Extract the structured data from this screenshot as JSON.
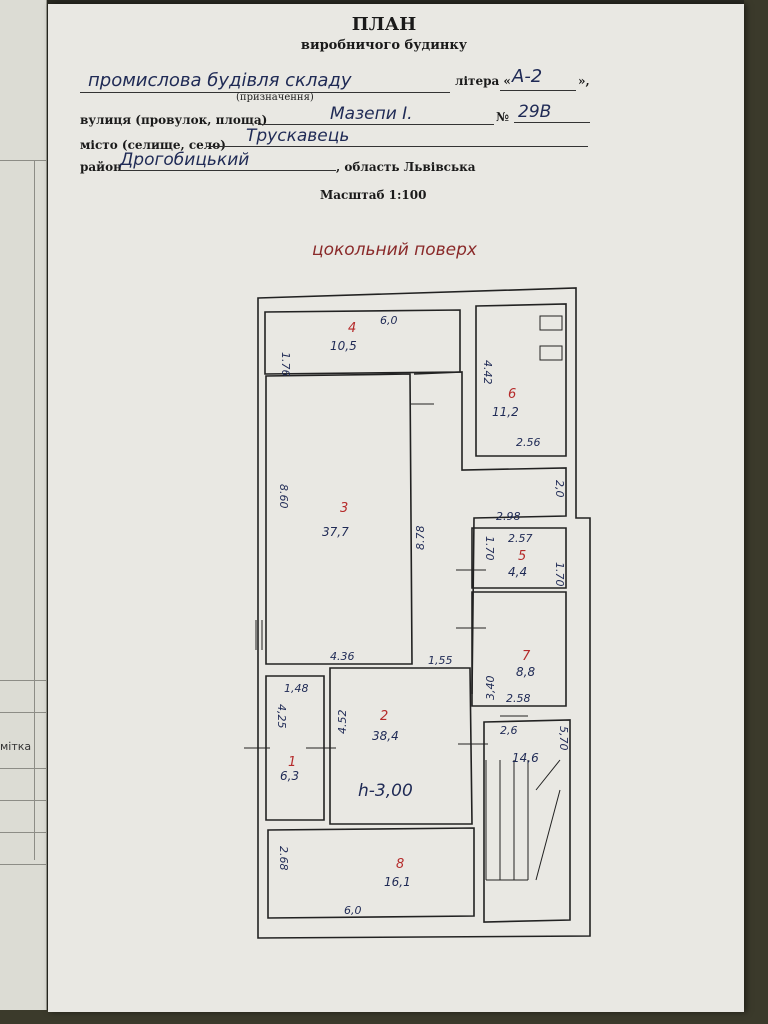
{
  "header": {
    "title": "ПЛАН",
    "subtitle": "виробничого будинку",
    "purpose_value": "промислова будівля складу",
    "letter_label": "літера «",
    "letter_value": "А-2",
    "letter_close": "»,",
    "purpose_caption": "(призначення)",
    "street_label": "вулиця (провулок, площа)",
    "street_value": "Мазепи І.",
    "number_label": "№",
    "number_value": "29В",
    "city_label": "місто (селище, село)",
    "city_value": "Трускавець",
    "district_label": "район",
    "district_value": "Дрогобицький",
    "region_text": ", область Львівська",
    "scale": "Масштаб 1:100",
    "floor": "цокольний поверх"
  },
  "back_sheet": {
    "label": "мітка"
  },
  "plan": {
    "height_note": "h-3,00",
    "rooms": [
      {
        "num": "4",
        "area": "10,5"
      },
      {
        "num": "6",
        "area": "11,2"
      },
      {
        "num": "3",
        "area": "37,7"
      },
      {
        "num": "5",
        "area": "4,4"
      },
      {
        "num": "7",
        "area": "8,8"
      },
      {
        "num": "2",
        "area": "38,4"
      },
      {
        "num": "1",
        "area": "6,3"
      },
      {
        "num": "8",
        "area": "16,1"
      },
      {
        "num": "",
        "area": "14,6"
      }
    ],
    "dims": {
      "d4w": "6,0",
      "d4h": "1.76",
      "d6h": "4.42",
      "d6w": "2.56",
      "d20": "2,0",
      "d298": "2.98",
      "d3h": "8.60",
      "d3w": "4.36",
      "d878": "8.78",
      "d257": "2.57",
      "d170a": "1.70",
      "d170b": "1.70",
      "d155": "1,55",
      "d340": "3,40",
      "d258": "2.58",
      "d148": "1,48",
      "d425": "4,25",
      "d452": "4.52",
      "d26": "2,6",
      "d570": "5,70",
      "d268": "2.68",
      "d8w": "6,0"
    }
  }
}
